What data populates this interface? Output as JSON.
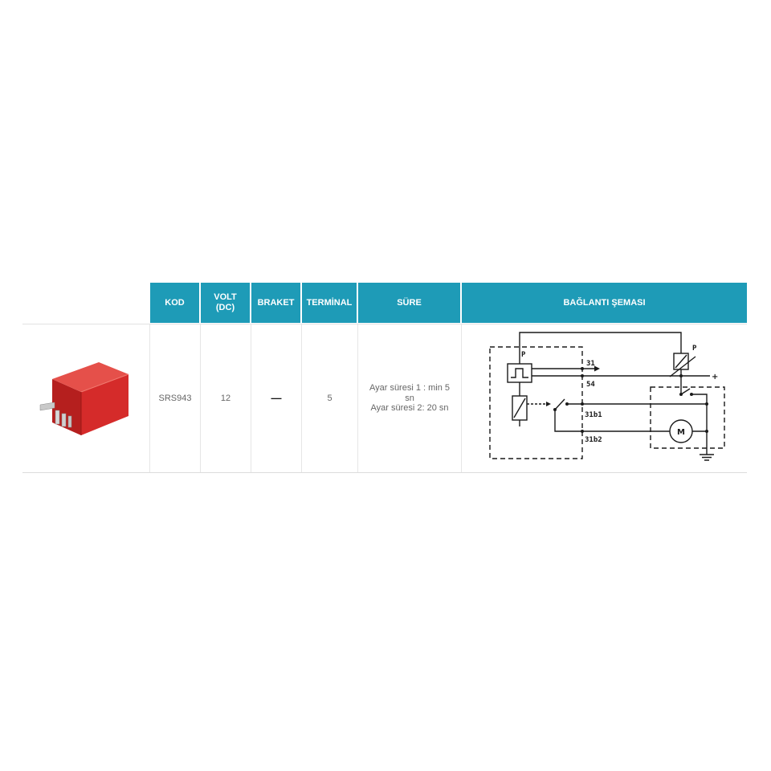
{
  "table": {
    "headers": {
      "kod": "KOD",
      "volt": "VOLT (DC)",
      "braket": "BRAKET",
      "terminal": "TERMİNAL",
      "sure": "SÜRE",
      "baglanti": "BAĞLANTI ŞEMASI"
    },
    "row": {
      "kod": "SRS943",
      "volt": "12",
      "braket": "—",
      "terminal": "5",
      "sure": [
        "Ayar süresi 1 : min 5 sn",
        "Ayar süresi 2: 20 sn"
      ]
    }
  },
  "diagram": {
    "labels": {
      "p_left": "P",
      "t31": "31",
      "t54": "54",
      "t31b1": "31b1",
      "t31b2": "31b2",
      "p_right": "P",
      "plus": "+",
      "motor": "M"
    }
  },
  "icons": {
    "product_image": "relay-product-image",
    "wiring_diagram": "wiring-diagram"
  },
  "colors": {
    "header_bg": "#1e9bb7",
    "header_text": "#ffffff",
    "cell_text": "#666666",
    "relay_red": "#d52b2a",
    "separator": "#e6e6e6"
  }
}
